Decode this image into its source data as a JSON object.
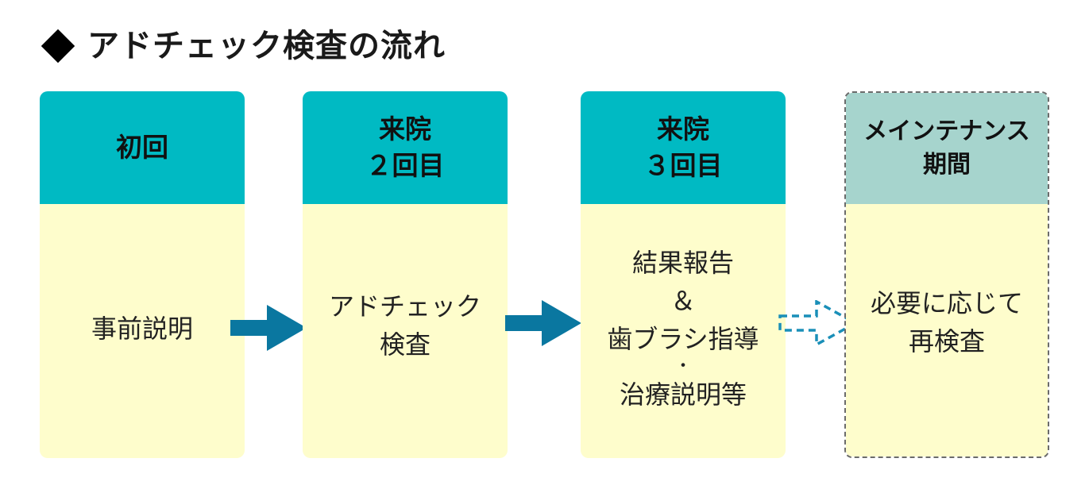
{
  "title": "アドチェック検査の流れ",
  "title_icon": "black-diamond-icon",
  "colors": {
    "header": "#00bac3",
    "header_maintenance": "#a6d4cd",
    "body": "#fefdcc",
    "arrow": "#0a77a0",
    "dashed_arrow": "#1a8fb8"
  },
  "steps": [
    {
      "header": [
        "初回"
      ],
      "body": [
        "事前説明"
      ]
    },
    {
      "header": [
        "来院",
        "２回目"
      ],
      "body": [
        "アドチェック",
        "検査"
      ]
    },
    {
      "header": [
        "来院",
        "３回目"
      ],
      "body": [
        "結果報告",
        "＆",
        "歯ブラシ指導",
        "・",
        "治療説明等"
      ]
    },
    {
      "header": [
        "メインテナンス",
        "期間"
      ],
      "body": [
        "必要に応じて",
        "再検査"
      ]
    }
  ]
}
